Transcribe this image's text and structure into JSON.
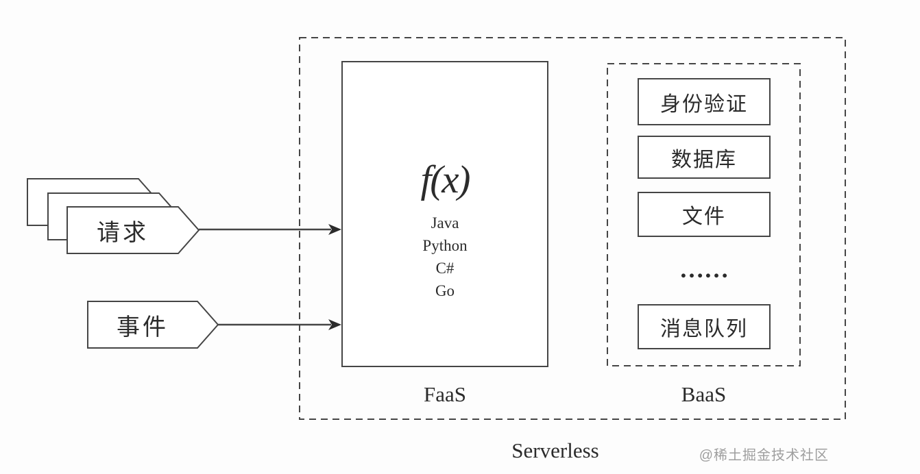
{
  "diagram": {
    "serverless_label": "Serverless",
    "inputs": [
      {
        "label": "请求"
      },
      {
        "label": "事件"
      }
    ],
    "faas": {
      "label": "FaaS",
      "function_symbol": "f(x)",
      "languages": [
        "Java",
        "Python",
        "C#",
        "Go"
      ]
    },
    "baas": {
      "label": "BaaS",
      "services": [
        {
          "label": "身份验证"
        },
        {
          "label": "数据库"
        },
        {
          "label": "文件"
        },
        {
          "label": "……"
        },
        {
          "label": "消息队列"
        }
      ]
    },
    "watermark": "@稀土掘金技术社区",
    "colors": {
      "line": "#454545",
      "text": "#2b2b2b",
      "watermark": "#9e9e9e",
      "background": "#fdfdfd",
      "shape_fill": "#ffffff"
    }
  }
}
